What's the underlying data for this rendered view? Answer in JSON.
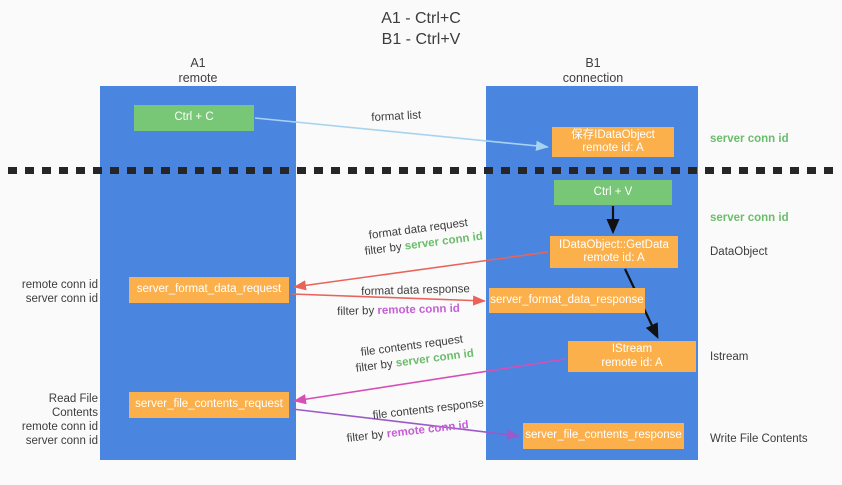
{
  "title": {
    "line1": "A1 - Ctrl+C",
    "line2": "B1 - Ctrl+V"
  },
  "columns": [
    {
      "name": "A1",
      "sub": "remote"
    },
    {
      "name": "B1",
      "sub": "connection"
    }
  ],
  "nodes": {
    "ctrl_c": {
      "line1": "Ctrl + C",
      "line2": "",
      "color": "#77c776"
    },
    "save_idataobject": {
      "line1": "保存IDataObject",
      "line2": "remote id: A",
      "color": "#fbb04c"
    },
    "ctrl_v": {
      "line1": "Ctrl + V",
      "line2": "",
      "color": "#77c776"
    },
    "getdata": {
      "line1": "IDataObject::GetData",
      "line2": "remote id: A",
      "color": "#fbb04c"
    },
    "server_format_data_request": {
      "line1": "server_format_data_request",
      "line2": "",
      "color": "#fbb04c"
    },
    "server_format_data_response": {
      "line1": "server_format_data_response",
      "line2": "",
      "color": "#fbb04c"
    },
    "istream": {
      "line1": "IStream",
      "line2": "remote id: A",
      "color": "#fbb04c"
    },
    "server_file_contents_request": {
      "line1": "server_file_contents_request",
      "line2": "",
      "color": "#fbb04c"
    },
    "server_file_contents_response": {
      "line1": "server_file_contents_response",
      "line2": "",
      "color": "#fbb04c"
    }
  },
  "edge_labels": {
    "format_list": "format list",
    "format_data_request": "format data request",
    "filter_by": "filter by ",
    "server_conn_id": "server conn id",
    "remote_conn_id": "remote conn id",
    "format_data_response": "format data response",
    "file_contents_request": "file contents request",
    "file_contents_response": "file contents response"
  },
  "annotations": {
    "server_conn_id": "server conn id",
    "remote_conn_id": "remote conn id",
    "dataobject": "DataObject",
    "istream": "Istream",
    "write_file_contents": "Write File Contents",
    "read_file_contents": "Read File Contents"
  },
  "colors": {
    "lane": "#4a86e0",
    "green_node": "#77c776",
    "orange_node": "#fbb04c",
    "green_text": "#6bbd6b",
    "purple_text": "#c45fd6",
    "light_blue_arrow": "#a8d3f0",
    "red_arrow": "#e8645a",
    "magenta_arrow": "#d64fb4",
    "purple_arrow": "#9b59c9",
    "black_arrow": "#000000",
    "background": "#fafafa"
  }
}
